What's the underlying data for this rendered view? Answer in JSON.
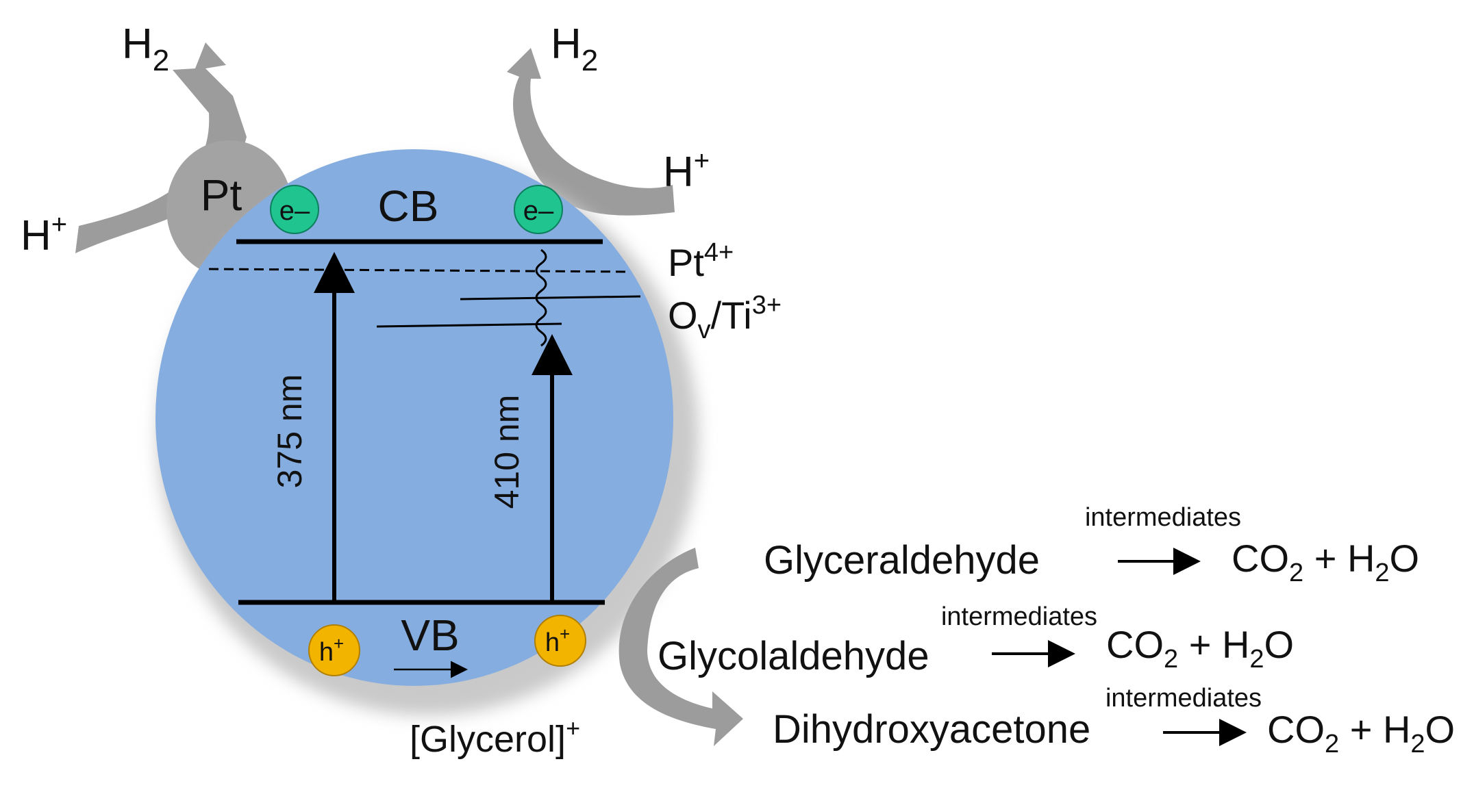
{
  "colors": {
    "particle": "#86ade0",
    "particle_shadow": "#c9c9c9",
    "flow_arrow": "#9c9c9c",
    "platinum": "#a3a3a3",
    "electron": "#1fc48e",
    "hole": "#f3b400",
    "line": "#000000"
  },
  "labels": {
    "h2_left": {
      "main": "H",
      "sub": "2"
    },
    "h2_right": {
      "main": "H",
      "sub": "2"
    },
    "hplus_left": {
      "main": "H",
      "sup": "+"
    },
    "hplus_right": {
      "main": "H",
      "sup": "+"
    },
    "pt": "Pt",
    "cb": "CB",
    "vb": "VB",
    "electron": "e–",
    "hole": {
      "main": "h",
      "sup": "+"
    },
    "pt4": {
      "main": "Pt",
      "sup": "4+"
    },
    "ov_ti": {
      "a": "O",
      "a_sub": "v",
      "b": "/Ti",
      "b_sup": "3+"
    },
    "wavelength_1": "375 nm",
    "wavelength_2": "410 nm",
    "glycerol": {
      "main": "[Glycerol]",
      "sup": "+"
    }
  },
  "reactions": [
    {
      "reactant": "Glyceraldehyde",
      "over_arrow": "intermediates",
      "product": {
        "co": "CO",
        "co_sub": "2",
        "plus": " + H",
        "h_sub": "2",
        "o": "O"
      }
    },
    {
      "reactant": "Glycolaldehyde",
      "over_arrow": "intermediates",
      "product": {
        "co": "CO",
        "co_sub": "2",
        "plus": " + H",
        "h_sub": "2",
        "o": "O"
      }
    },
    {
      "reactant": "Dihydroxyacetone",
      "over_arrow": "intermediates",
      "product": {
        "co": "CO",
        "co_sub": "2",
        "plus": " + H",
        "h_sub": "2",
        "o": "O"
      }
    }
  ]
}
